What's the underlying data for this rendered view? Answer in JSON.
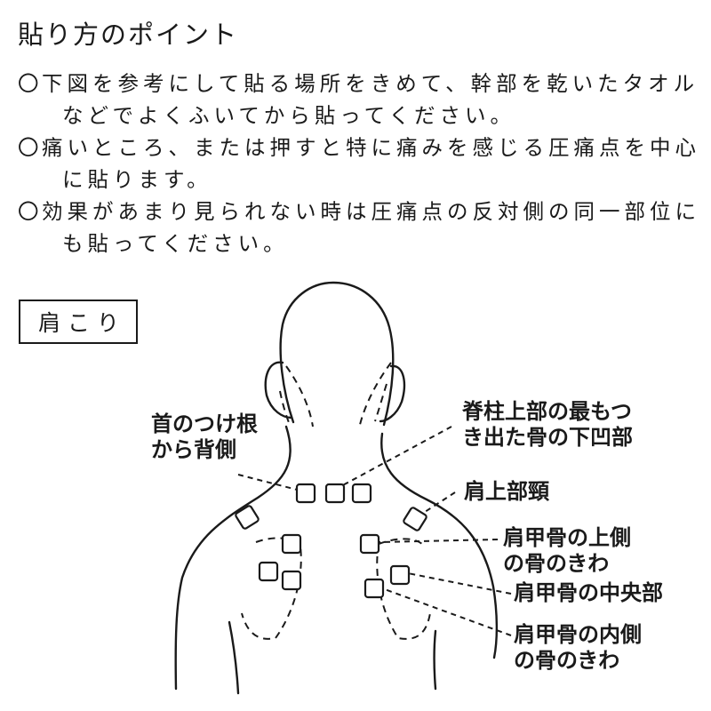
{
  "heading": "貼り方のポイント",
  "tips": [
    {
      "mark": "〇",
      "line1": "下図を参考にして貼る場所をきめて、幹部を乾いたタオル",
      "line2": "などでよくふいてから貼ってください。"
    },
    {
      "mark": "〇",
      "line1": "痛いところ、または押すと特に痛みを感じる圧痛点を中心",
      "line2": "に貼ります。"
    },
    {
      "mark": "〇",
      "line1": "効果があまり見られない時は圧痛点の反対側の同一部位に",
      "line2": "も貼ってください。"
    }
  ],
  "section_label": "肩こり",
  "labels": {
    "neck_base": {
      "line1": "首のつけ根",
      "line2": "から背側"
    },
    "spine_upper": {
      "line1": "脊柱上部の最もつ",
      "line2": "き出た骨の下凹部"
    },
    "shoulder_top": {
      "line1": "肩上部頸"
    },
    "scapula_upper": {
      "line1": "肩甲骨の上側",
      "line2": "の骨のきわ"
    },
    "scapula_center": {
      "line1": "肩甲骨の中央部"
    },
    "scapula_inner": {
      "line1": "肩甲骨の内側",
      "line2": "の骨のきわ"
    }
  }
}
